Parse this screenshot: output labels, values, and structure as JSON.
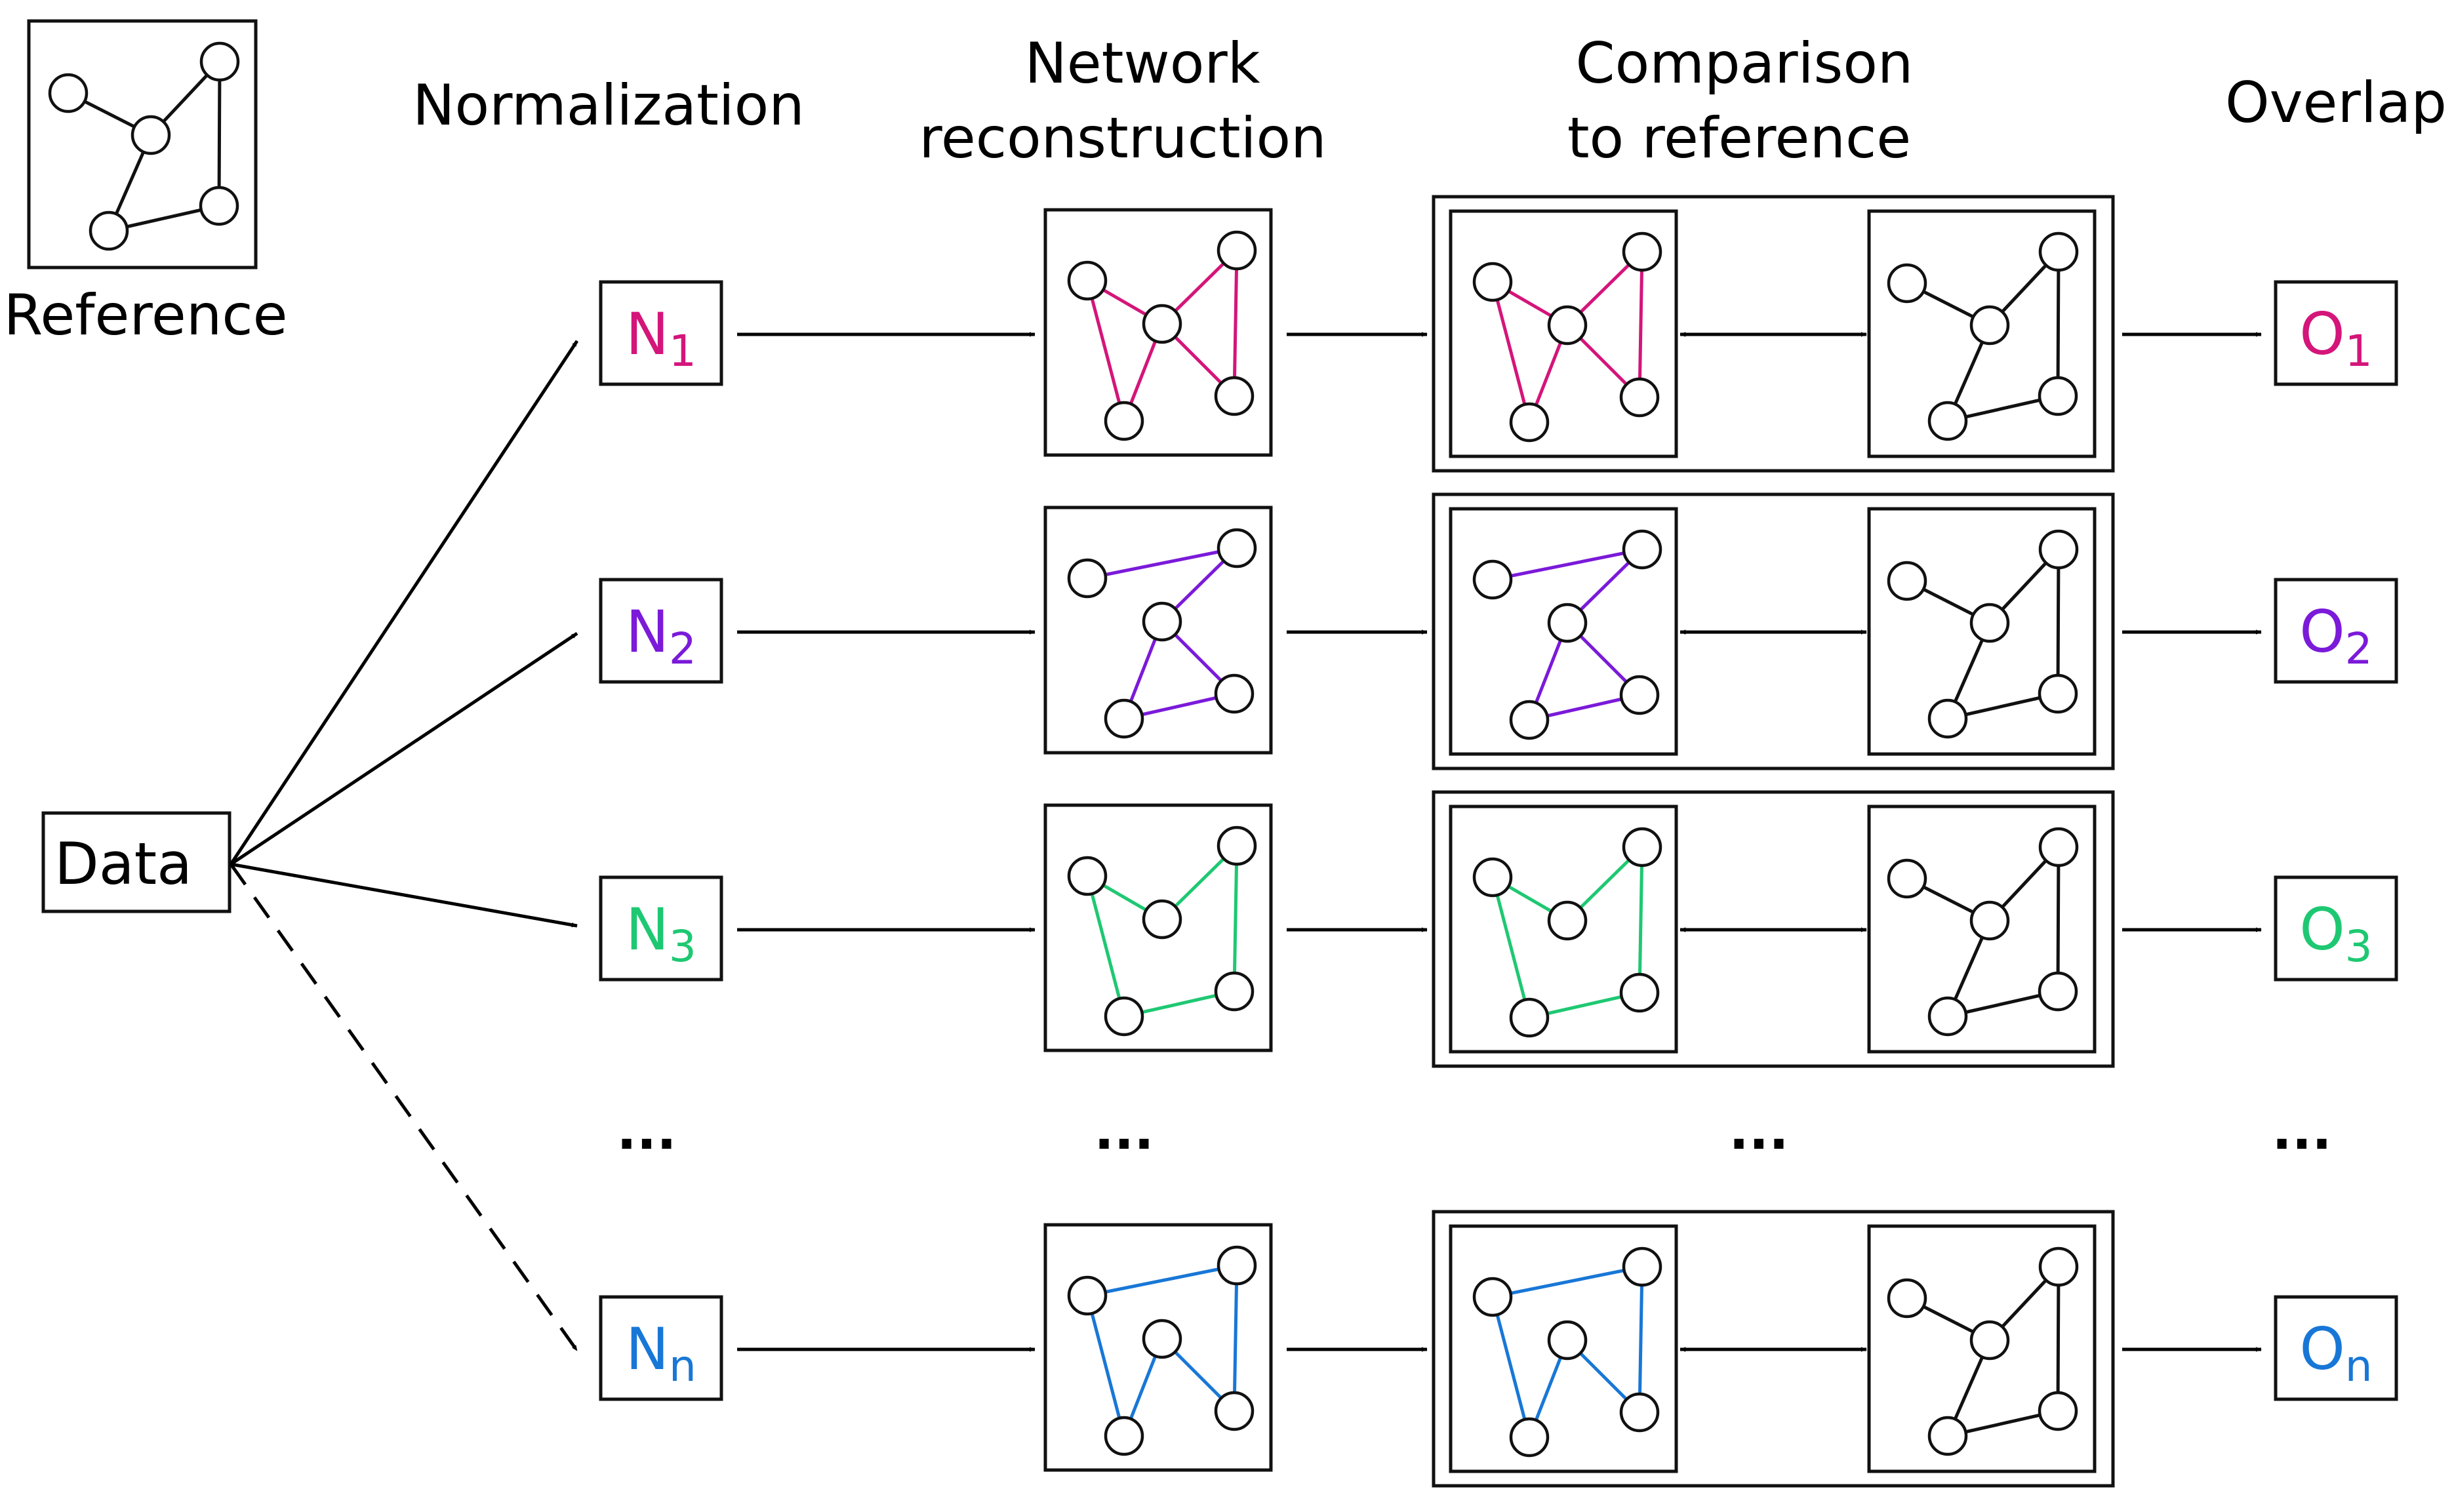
{
  "column_headers": {
    "normalization": "Normalization",
    "network_reconstruction": [
      "Network",
      "reconstruction"
    ],
    "comparison": [
      "Comparison",
      "to reference"
    ],
    "overlap": "Overlap"
  },
  "reference_label": "Reference",
  "data_label": "Data",
  "ellipsis": "...",
  "reference_color": "#111111",
  "rows": [
    {
      "n_base": "N",
      "n_sub": "1",
      "o_base": "O",
      "o_sub": "1",
      "color": "#d4157a",
      "shape": "w"
    },
    {
      "n_base": "N",
      "n_sub": "2",
      "o_base": "O",
      "o_sub": "2",
      "color": "#7b1ad9",
      "shape": "z"
    },
    {
      "n_base": "N",
      "n_sub": "3",
      "o_base": "O",
      "o_sub": "3",
      "color": "#1ec872",
      "shape": "ring"
    },
    {
      "n_base": "N",
      "n_sub": "n",
      "o_base": "O",
      "o_sub": "n",
      "color": "#1877d6",
      "shape": "m"
    }
  ]
}
